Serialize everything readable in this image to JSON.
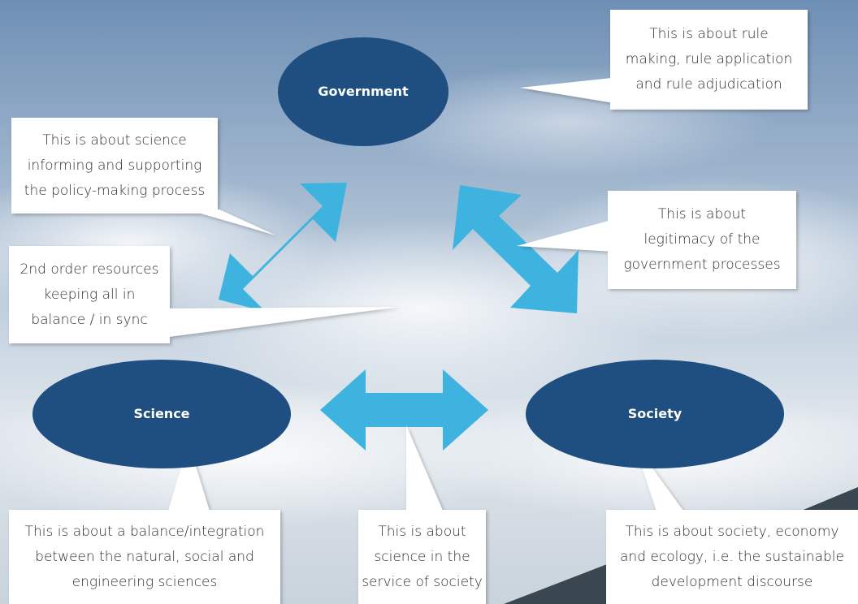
{
  "nodes": {
    "government": "Government",
    "science": "Science",
    "society": "Society"
  },
  "callouts": {
    "rule_making": "This is about rule\nmaking, rule application\nand rule adjudication",
    "science_informing": "This is about science\ninforming and supporting\nthe policy-making process",
    "legitimacy": "This is about\nlegitimacy of the\ngovernment processes",
    "second_order": "2nd order resources\nkeeping all in\nbalance / in sync",
    "balance_integration": "This is about a balance/integration\nbetween the natural, social and\nengineering sciences",
    "science_service": "This is about\nscience in the\nservice of society",
    "society_economy": "This is about society, economy\nand ecology, i.e. the sustainable\ndevelopment discourse"
  },
  "colors": {
    "node_fill": "#1f4e80",
    "arrow_fill": "#3fb3e0",
    "callout_fill": "#ffffff",
    "sky_top": "#6f8fb4",
    "sky_bottom": "#d9e2ea"
  }
}
